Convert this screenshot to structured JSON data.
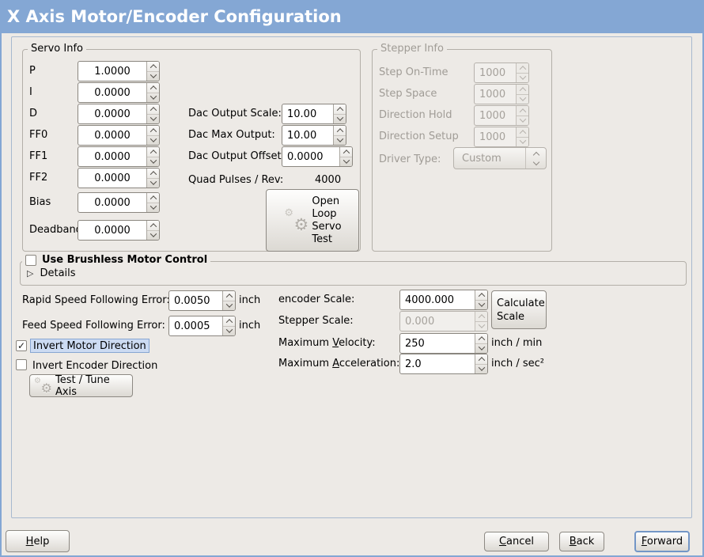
{
  "window": {
    "title": "X Axis Motor/Encoder Configuration"
  },
  "colors": {
    "titlebar": "#84a7d4",
    "window_background": "#edeae6",
    "focus_highlight": "#ccdbf2",
    "focus_border": "#7396c6",
    "disabled_text": "#a09c96",
    "entry_background": "#ffffff"
  },
  "icons": {
    "gear": "⚙",
    "check": "✓",
    "expander_collapsed": "▷"
  },
  "servo_info": {
    "title": "Servo Info",
    "rows": [
      {
        "label": "P",
        "value": "1.0000"
      },
      {
        "label": "I",
        "value": "0.0000"
      },
      {
        "label": "D",
        "value": "0.0000"
      },
      {
        "label": "FF0",
        "value": "0.0000"
      },
      {
        "label": "FF1",
        "value": "0.0000"
      },
      {
        "label": "FF2",
        "value": "0.0000"
      },
      {
        "label": "Bias",
        "value": "0.0000"
      },
      {
        "label": "Deadband",
        "value": "0.0000"
      }
    ]
  },
  "dac": {
    "rows": [
      {
        "label": "Dac Output Scale:",
        "value": "10.00"
      },
      {
        "label": "Dac Max Output:",
        "value": "10.00"
      },
      {
        "label": "Dac Output Offset:",
        "value": "0.0000"
      }
    ],
    "quad_label": "Quad Pulses / Rev:",
    "quad_value": "4000",
    "open_loop_button": "Open\nLoop\nServo\nTest"
  },
  "stepper_info": {
    "title": "Stepper Info",
    "rows": [
      {
        "label": "Step On-Time",
        "value": "1000"
      },
      {
        "label": "Step Space",
        "value": "1000"
      },
      {
        "label": "Direction Hold",
        "value": "1000"
      },
      {
        "label": "Direction Setup",
        "value": "1000"
      }
    ],
    "driver_type_label": "Driver Type:",
    "driver_type_value": "Custom"
  },
  "brushless": {
    "checkbox_label": "Use Brushless Motor Control",
    "details_label": "Details"
  },
  "following_error": {
    "rapid_label": "Rapid Speed Following Error:",
    "rapid_value": "0.0050",
    "rapid_unit": "inch",
    "feed_label": "Feed Speed Following Error:",
    "feed_value": "0.0005",
    "feed_unit": "inch"
  },
  "scaling": {
    "encoder_label": "encoder Scale:",
    "encoder_value": "4000.000",
    "calculate_button": "Calculate Scale",
    "stepper_label": "Stepper Scale:",
    "stepper_value": "0.000",
    "velocity_label": {
      "pre": "Maximum ",
      "u": "V",
      "post": "elocity:"
    },
    "velocity_value": "250",
    "velocity_unit": "inch / min",
    "accel_label": {
      "pre": "Maximum ",
      "u": "A",
      "post": "cceleration:"
    },
    "accel_value": "2.0",
    "accel_unit": "inch / sec²"
  },
  "direction": {
    "invert_motor_label": "Invert Motor Direction",
    "invert_motor_checked": true,
    "invert_encoder_label": "Invert Encoder Direction",
    "invert_encoder_checked": false,
    "test_tune_button": "Test / Tune Axis"
  },
  "footer": {
    "help": {
      "u": "H",
      "rest": "elp"
    },
    "cancel": {
      "u": "C",
      "rest": "ancel"
    },
    "back": {
      "u": "B",
      "rest": "ack"
    },
    "forward": {
      "u": "F",
      "rest": "orward"
    }
  }
}
